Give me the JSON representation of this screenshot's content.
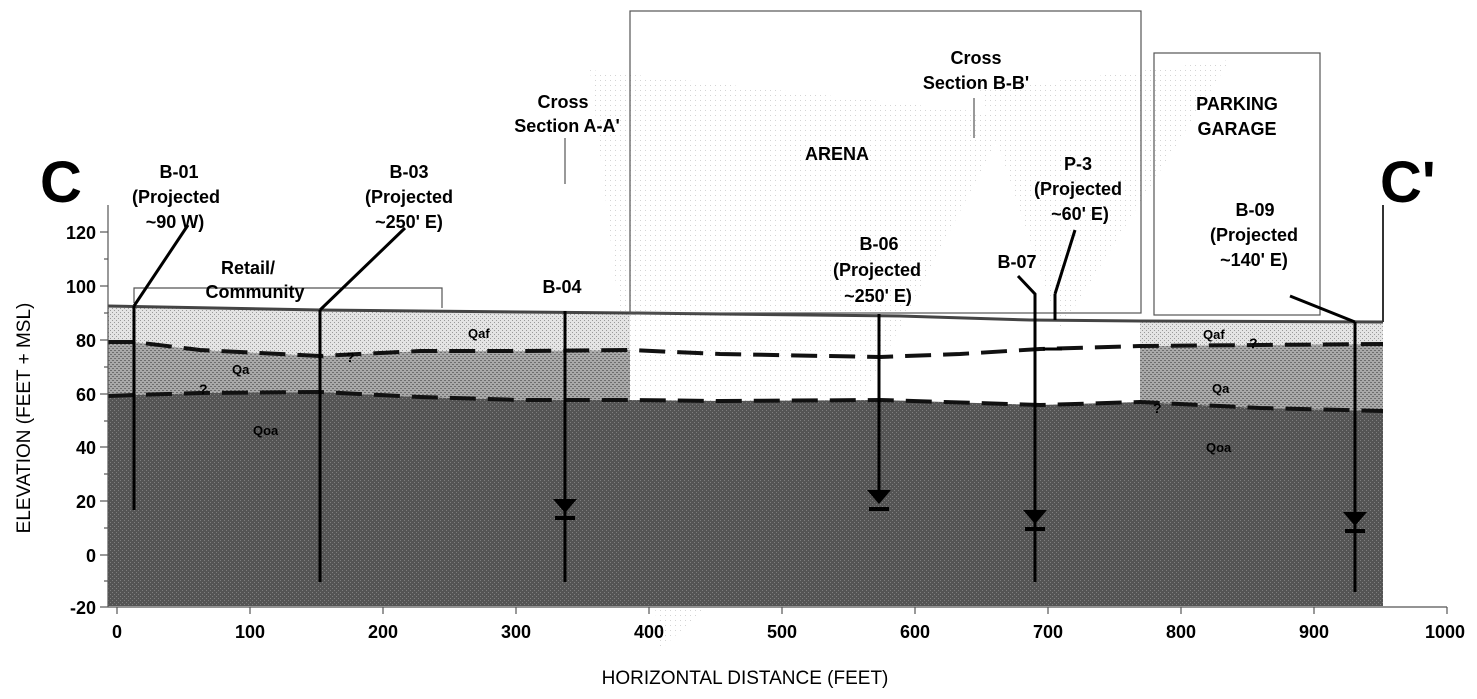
{
  "section": {
    "start_label": "C",
    "end_label": "C'",
    "x_axis_title": "HORIZONTAL DISTANCE (FEET)",
    "y_axis_title": "ELEVATION (FEET + MSL)",
    "x_ticks": [
      "0",
      "100",
      "200",
      "300",
      "400",
      "500",
      "600",
      "700",
      "800",
      "900",
      "1000"
    ],
    "y_ticks": [
      "-20",
      "0",
      "20",
      "40",
      "60",
      "80",
      "100",
      "120"
    ],
    "x_range": [
      0,
      1000
    ],
    "y_range": [
      -20,
      130
    ]
  },
  "structures": {
    "retail_line1": "Retail/",
    "retail_line2": "Community",
    "arena": "ARENA",
    "garage_line1": "PARKING",
    "garage_line2": "GARAGE",
    "xsec_a_line1": "Cross",
    "xsec_a_line2": "Section A-A'",
    "xsec_b_line1": "Cross",
    "xsec_b_line2": "Section B-B'"
  },
  "units": {
    "qaf_1": "Qaf",
    "qaf_2": "Qaf",
    "qa_1": "Qa",
    "qa_2": "Qa",
    "qoa_1": "Qoa",
    "qoa_2": "Qoa",
    "uncertain": "?"
  },
  "borings": {
    "b01": {
      "name": "B-01",
      "l2": "(Projected",
      "l3": "~90 W)"
    },
    "b03": {
      "name": "B-03",
      "l2": "(Projected",
      "l3": "~250' E)"
    },
    "b04": {
      "name": "B-04"
    },
    "b06": {
      "name": "B-06",
      "l2": "(Projected",
      "l3": "~250' E)"
    },
    "b07": {
      "name": "B-07"
    },
    "p3": {
      "name": "P-3",
      "l2": "(Projected",
      "l3": "~60' E)"
    },
    "b09": {
      "name": "B-09",
      "l2": "(Projected",
      "l3": "~140' E)"
    }
  }
}
